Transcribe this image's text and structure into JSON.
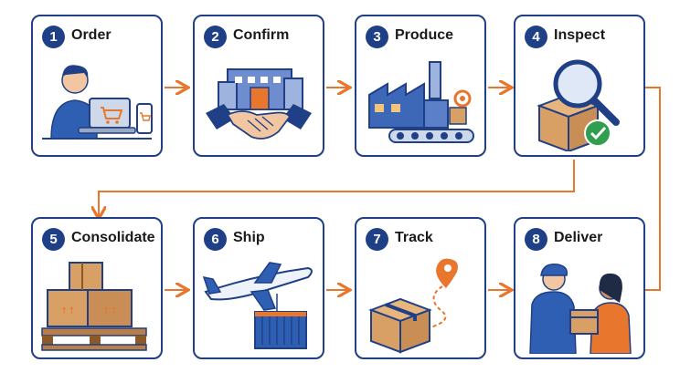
{
  "steps": [
    {
      "number": "1",
      "label": "Order",
      "icon": "laptop-shopping-icon"
    },
    {
      "number": "2",
      "label": "Confirm",
      "icon": "handshake-icon"
    },
    {
      "number": "3",
      "label": "Produce",
      "icon": "factory-icon"
    },
    {
      "number": "4",
      "label": "Inspect",
      "icon": "inspect-box-icon"
    },
    {
      "number": "5",
      "label": "Consolidate",
      "icon": "pallet-boxes-icon"
    },
    {
      "number": "6",
      "label": "Ship",
      "icon": "airplane-container-icon"
    },
    {
      "number": "7",
      "label": "Track",
      "icon": "tracking-pin-icon"
    },
    {
      "number": "8",
      "label": "Deliver",
      "icon": "delivery-handover-icon"
    }
  ],
  "colors": {
    "navy": "#1f3f86",
    "orange": "#e8762c",
    "box": "#d9a066",
    "blue": "#3d68b8"
  }
}
